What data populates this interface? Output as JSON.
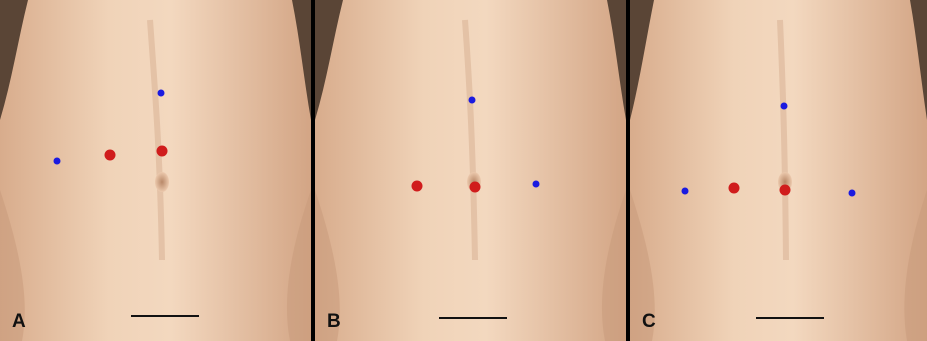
{
  "figure": {
    "colors": {
      "background_left": "#4a3a2e",
      "skin_light": "#f2d6bd",
      "skin_mid": "#e6c0a2",
      "skin_shadow": "#c99b7c",
      "divider": "#000000",
      "red_marker": "#d01c1c",
      "blue_marker": "#1a1ae0",
      "scale_bar": "#111111"
    },
    "panels": [
      {
        "label": "A",
        "red_ports": 2,
        "blue_ports": 2
      },
      {
        "label": "B",
        "red_ports": 2,
        "blue_ports": 2
      },
      {
        "label": "C",
        "red_ports": 2,
        "blue_ports": 3
      }
    ]
  }
}
